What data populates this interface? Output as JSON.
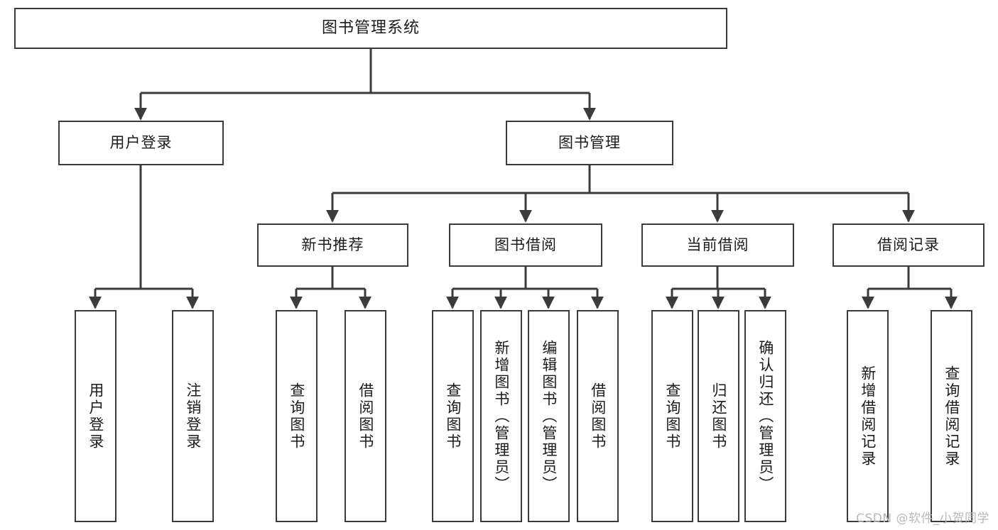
{
  "diagram": {
    "title": "图书管理系统",
    "type": "tree",
    "watermark": "CSDN @软件_小贺同学",
    "colors": {
      "node_border": "#3b3b3b",
      "node_fill": "#ffffff",
      "edge": "#3b3b3b",
      "text": "#1b1b1b",
      "watermark": "#b9b9b9",
      "background": "#ffffff"
    },
    "nodes": {
      "root": {
        "label": "图书管理系统"
      },
      "level2": [
        {
          "id": "user-login",
          "label": "用户登录"
        },
        {
          "id": "book-manage",
          "label": "图书管理"
        }
      ],
      "level3": [
        {
          "id": "new-book-recommend",
          "label": "新书推荐"
        },
        {
          "id": "book-borrow",
          "label": "图书借阅"
        },
        {
          "id": "current-borrow",
          "label": "当前借阅"
        },
        {
          "id": "borrow-record",
          "label": "借阅记录"
        }
      ],
      "leaves": {
        "user-login": [
          {
            "id": "leaf-user-login",
            "label": "用户登录"
          },
          {
            "id": "leaf-logout-login",
            "label": "注销登录"
          }
        ],
        "new-book-recommend": [
          {
            "id": "leaf-query-book-1",
            "label": "查询图书"
          },
          {
            "id": "leaf-borrow-book-1",
            "label": "借阅图书"
          }
        ],
        "book-borrow": [
          {
            "id": "leaf-query-book-2",
            "label": "查询图书"
          },
          {
            "id": "leaf-add-book",
            "label": "新增图书（管理员）"
          },
          {
            "id": "leaf-edit-book",
            "label": "编辑图书（管理员）"
          },
          {
            "id": "leaf-borrow-book-2",
            "label": "借阅图书"
          }
        ],
        "current-borrow": [
          {
            "id": "leaf-query-book-3",
            "label": "查询图书"
          },
          {
            "id": "leaf-return-book",
            "label": "归还图书"
          },
          {
            "id": "leaf-confirm-return",
            "label": "确认归还（管理员）"
          }
        ],
        "borrow-record": [
          {
            "id": "leaf-add-record",
            "label": "新增借阅记录"
          },
          {
            "id": "leaf-query-record",
            "label": "查询借阅记录"
          }
        ]
      }
    }
  }
}
